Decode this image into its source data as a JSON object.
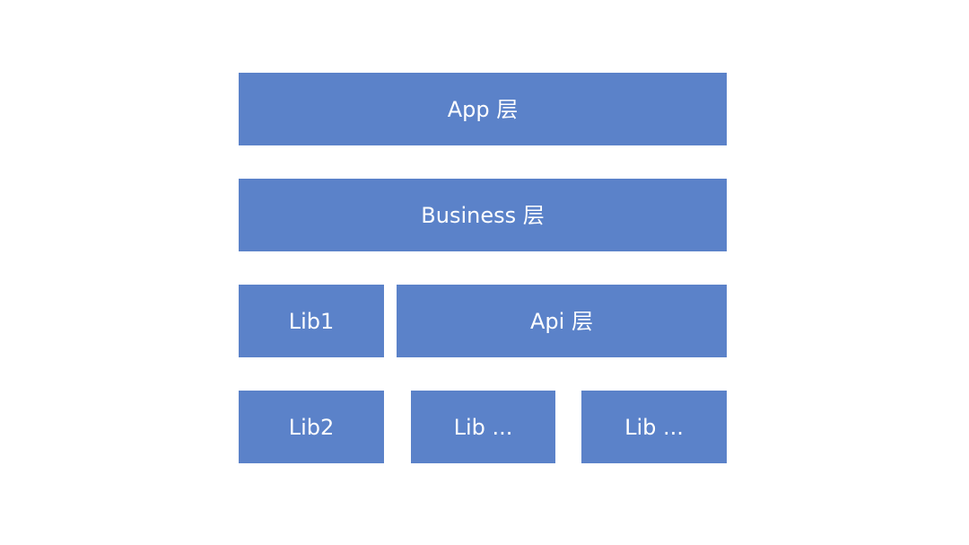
{
  "layers": {
    "app": "App 层",
    "business": "Business 层",
    "lib1": "Lib1",
    "api": "Api 层",
    "lib2": "Lib2",
    "lib_more_1": "Lib ...",
    "lib_more_2": "Lib ..."
  },
  "colors": {
    "block_fill": "#5b82c9",
    "block_text": "#ffffff",
    "background": "#ffffff"
  }
}
